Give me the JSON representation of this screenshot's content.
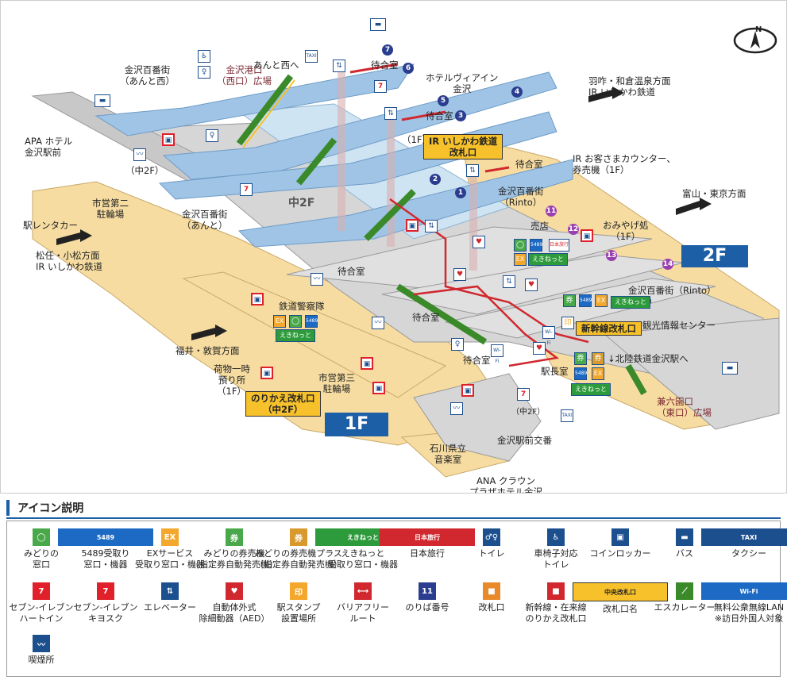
{
  "map": {
    "floors": {
      "upper": "2F",
      "lower": "1F",
      "middle": "中2F"
    },
    "labels": {
      "hyakubangai_anto_nishi": "金沢百番街\n（あんと西）",
      "kanazawa_port_plaza": "金沢港口\n（西口）広場",
      "anto_nishi_he": "あんと西へ",
      "hotel_via_inn": "ホテルヴィアイン\n金沢",
      "hakui_direction": "羽咋・和倉温泉方面\nIR いしかわ鉄道",
      "apa_hotel": "APA ホテル\n金沢駅前",
      "mezzanine_2f": "（中2F）",
      "ekirent": "駅レンタカー",
      "city_bicycle_2": "市営第二\n駐輪場",
      "hyakubangai_anto": "金沢百番街\n（あんと）",
      "matsuto_direction": "松任・小松方面\nIR いしかわ鉄道",
      "ir_gate_1f": "（1F）",
      "ir_counter": "IR お客さまカウンター、\n券売機（1F）",
      "hyakubangai_rinto_upper": "金沢百番街\n（Rinto）",
      "toyama_direction": "富山・東京方面",
      "baiten": "売店",
      "omiyage": "おみやげ処\n（1F）",
      "waiting_room_a": "待合室",
      "waiting_room_b": "待合室",
      "waiting_room_c": "待合室",
      "waiting_room_d": "待合室",
      "waiting_room_e": "待合室",
      "waiting_room_f": "待合室",
      "railway_police": "鉄道警察隊",
      "hyakubangai_rinto_lower": "金沢百番街（Rinto）\n（1F）",
      "tourist_center": "観光情報センター",
      "fukui_direction": "福井・敦賀方面",
      "luggage": "荷物一時\n預り所",
      "luggage_floor": "（1F）",
      "city_bicycle_3": "市営第三\n駐輪場",
      "station_master": "駅長室",
      "hokuriku_to": "↓北陸鉄道金沢駅へ",
      "kenrokuen_plaza": "兼六園口\n（東口）広場",
      "mezzanine_711": "（中2F）",
      "koban": "金沢駅前交番",
      "ongakudo": "石川県立\n音楽室",
      "ana_hotel": "ANA クラウン\nプラザホテル金沢",
      "chu2f_floor": "中2F"
    },
    "gates": {
      "ir_gate": "IR いしかわ鉄道\n改札口",
      "transfer_gate": "のりかえ改札口\n（中2F）",
      "shinkansen_gate": "新幹線改札口"
    },
    "platform_numbers": [
      "1",
      "2",
      "3",
      "4",
      "5",
      "6",
      "7",
      "11",
      "12",
      "13",
      "14"
    ],
    "north_symbol": "N"
  },
  "legend": {
    "title": "アイコン説明",
    "items": [
      {
        "icon": "midori-window-icon",
        "label": "みどりの\n窓口",
        "glyph": "◯",
        "color": "#49a94a"
      },
      {
        "icon": "5489-icon",
        "label": "5489受取り\n窓口・機器",
        "glyph": "5489",
        "color": "#1c6ac4"
      },
      {
        "icon": "ex-service-icon",
        "label": "EXサービス\n受取り窓口・機器",
        "glyph": "EX",
        "color": "#f3a72c"
      },
      {
        "icon": "midori-ticket-machine-icon",
        "label": "みどりの券売機\n（指定券自動発売機）",
        "glyph": "券",
        "color": "#49a94a"
      },
      {
        "icon": "midori-ticket-machine-plus-icon",
        "label": "みどりの券売機プラス\n（指定券自動発売機）",
        "glyph": "券",
        "color": "#d89a2c"
      },
      {
        "icon": "ekinet-icon",
        "label": "えきねっと\n受取り窓口・機器",
        "glyph": "えきねっと",
        "color": "#2d9b3b"
      },
      {
        "icon": "nippon-travel-icon",
        "label": "日本旅行",
        "glyph": "日本旅行",
        "color": "#d0282e"
      },
      {
        "icon": "toilet-icon",
        "label": "トイレ",
        "glyph": "♂♀",
        "color": "#1c4f8e"
      },
      {
        "icon": "wheelchair-toilet-icon",
        "label": "車椅子対応\nトイレ",
        "glyph": "♿",
        "color": "#1c4f8e"
      },
      {
        "icon": "coin-locker-icon",
        "label": "コインロッカー",
        "glyph": "▣",
        "color": "#1c4f8e"
      },
      {
        "icon": "bus-icon",
        "label": "バス",
        "glyph": "▬",
        "color": "#1c4f8e"
      },
      {
        "icon": "taxi-icon",
        "label": "タクシー",
        "glyph": "TAXI",
        "color": "#1c4f8e"
      },
      {
        "icon": "seven-heartin-icon",
        "label": "セブン-イレブン\nハートイン",
        "glyph": "7",
        "color": "#e0202a"
      },
      {
        "icon": "seven-kiosk-icon",
        "label": "セブン-イレブン\nキヨスク",
        "glyph": "7",
        "color": "#e0202a"
      },
      {
        "icon": "elevator-icon",
        "label": "エレベーター",
        "glyph": "⇅",
        "color": "#1c4f8e"
      },
      {
        "icon": "aed-icon",
        "label": "自動体外式\n除細動器（AED）",
        "glyph": "♥",
        "color": "#d0282e"
      },
      {
        "icon": "stamp-icon",
        "label": "駅スタンプ\n設置場所",
        "glyph": "印",
        "color": "#f3a72c"
      },
      {
        "icon": "barrier-free-icon",
        "label": "バリアフリー\nルート",
        "glyph": "⟷",
        "color": "#d0282e"
      },
      {
        "icon": "platform-number-icon",
        "label": "のりば番号",
        "glyph": "11",
        "color": "#2a3d8f"
      },
      {
        "icon": "ticket-gate-icon",
        "label": "改札口",
        "glyph": "■",
        "color": "#e88a2a"
      },
      {
        "icon": "transfer-gate-icon",
        "label": "新幹線・在来線\nのりかえ改札口",
        "glyph": "■",
        "color": "#d0282e"
      },
      {
        "icon": "gate-name-icon",
        "label": "改札口名",
        "glyph": "中央改札口",
        "color": "#f6c12a"
      },
      {
        "icon": "escalator-icon",
        "label": "エスカレーター",
        "glyph": "⟋",
        "color": "#3a8a2a"
      },
      {
        "icon": "wifi-icon",
        "label": "無料公衆無線LAN\n※訪日外国人対象",
        "glyph": "Wi-Fi",
        "color": "#1c6ac4"
      },
      {
        "icon": "smoking-area-icon",
        "label": "喫煙所",
        "glyph": "〰",
        "color": "#1c4f8e"
      }
    ]
  }
}
